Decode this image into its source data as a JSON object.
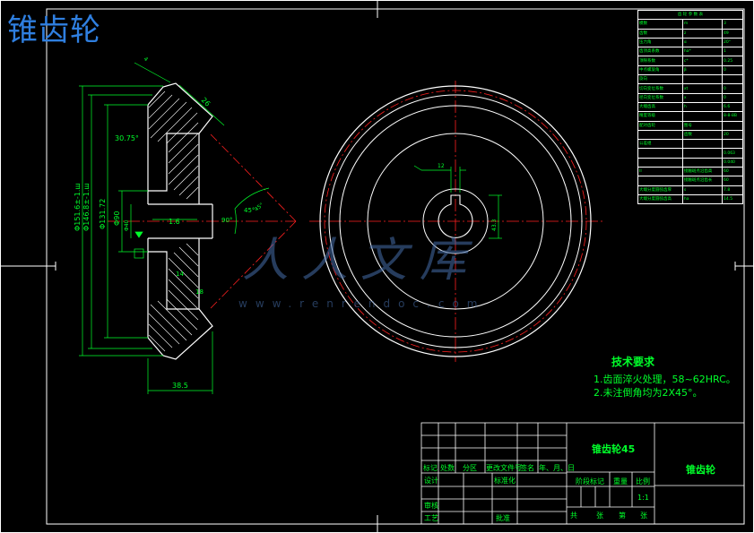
{
  "banner_title": "锥齿轮",
  "dimensions": {
    "d_outer": "Φ151.6±-1.ш",
    "d_mid": "Φ146.8±-1.ш",
    "d_root": "Φ131.72",
    "d_hub": "Φ90",
    "d_bore": "Φ40",
    "angle_back": "30.75°",
    "angle_cone": "45°",
    "angle_cone2": "45°",
    "angle_90": "90°",
    "len_38_5": "38.5",
    "len_26": "26",
    "dim_1_6": "1.6",
    "dim_14": "14",
    "dim_18": "18",
    "dim_4": "4",
    "dim_keyway_width": "12",
    "dim_keyway_depth": "43.3"
  },
  "param_table": {
    "title": "齿 轮 参 数 表",
    "rows": [
      [
        "模数",
        "m",
        "3"
      ],
      [
        "齿数",
        "z",
        "49"
      ],
      [
        "压力角",
        "α",
        "20°"
      ],
      [
        "齿顶高系数",
        "ha*",
        "1"
      ],
      [
        "顶隙系数",
        "c*",
        "0.25"
      ],
      [
        "中点螺旋角",
        "β",
        "0"
      ],
      [
        "旋向",
        "",
        ""
      ],
      [
        "切向变位系数",
        "xt",
        "0"
      ],
      [
        "径向变位系数",
        "x",
        "0"
      ],
      [
        "大端齿高",
        "h",
        "6.6"
      ],
      [
        "精度等级",
        "",
        "8-8-8B"
      ],
      [
        "配对齿轮",
        "图号",
        ""
      ],
      [
        "",
        "齿数",
        "20"
      ],
      [
        "公差组",
        "",
        ""
      ],
      [
        "",
        "",
        "0.063"
      ],
      [
        "",
        "",
        "0.040"
      ],
      [
        "II",
        "接触斑点沿齿高",
        "60"
      ],
      [
        "",
        "接触斑点沿齿长",
        "60"
      ],
      [
        "大端分度圆弦齿厚",
        "s",
        "7.8"
      ],
      [
        "大端分度圆弦齿高",
        "ha",
        "14.5"
      ]
    ]
  },
  "tech_requirements": {
    "heading": "技术要求",
    "items": [
      "1.齿面淬火处理，58~62HRC。",
      "2.未注倒角均为2X45°。"
    ]
  },
  "title_block": {
    "part_name": "锥齿轮45",
    "drawing_title": "锥齿轮",
    "mark": "标记",
    "count": "处数",
    "zone": "分区",
    "change_doc": "更改文件号",
    "sign": "签名",
    "date": "年、月、日",
    "design": "设计",
    "standardize": "标准化",
    "stage_mark": "阶段标记",
    "weight": "重量",
    "scale": "比例",
    "scale_value": "1:1",
    "review": "审核",
    "process": "工艺",
    "approve": "批准",
    "total": "共",
    "sheet": "张",
    "page": "第",
    "page_unit": "张"
  },
  "watermark": {
    "text": "人人文库",
    "url": "www.renrendoc.com"
  },
  "colors": {
    "outline": "#ffffff",
    "dimension": "#00ff2a",
    "centerline": "#ff2020",
    "banner": "#2f7fe0"
  }
}
